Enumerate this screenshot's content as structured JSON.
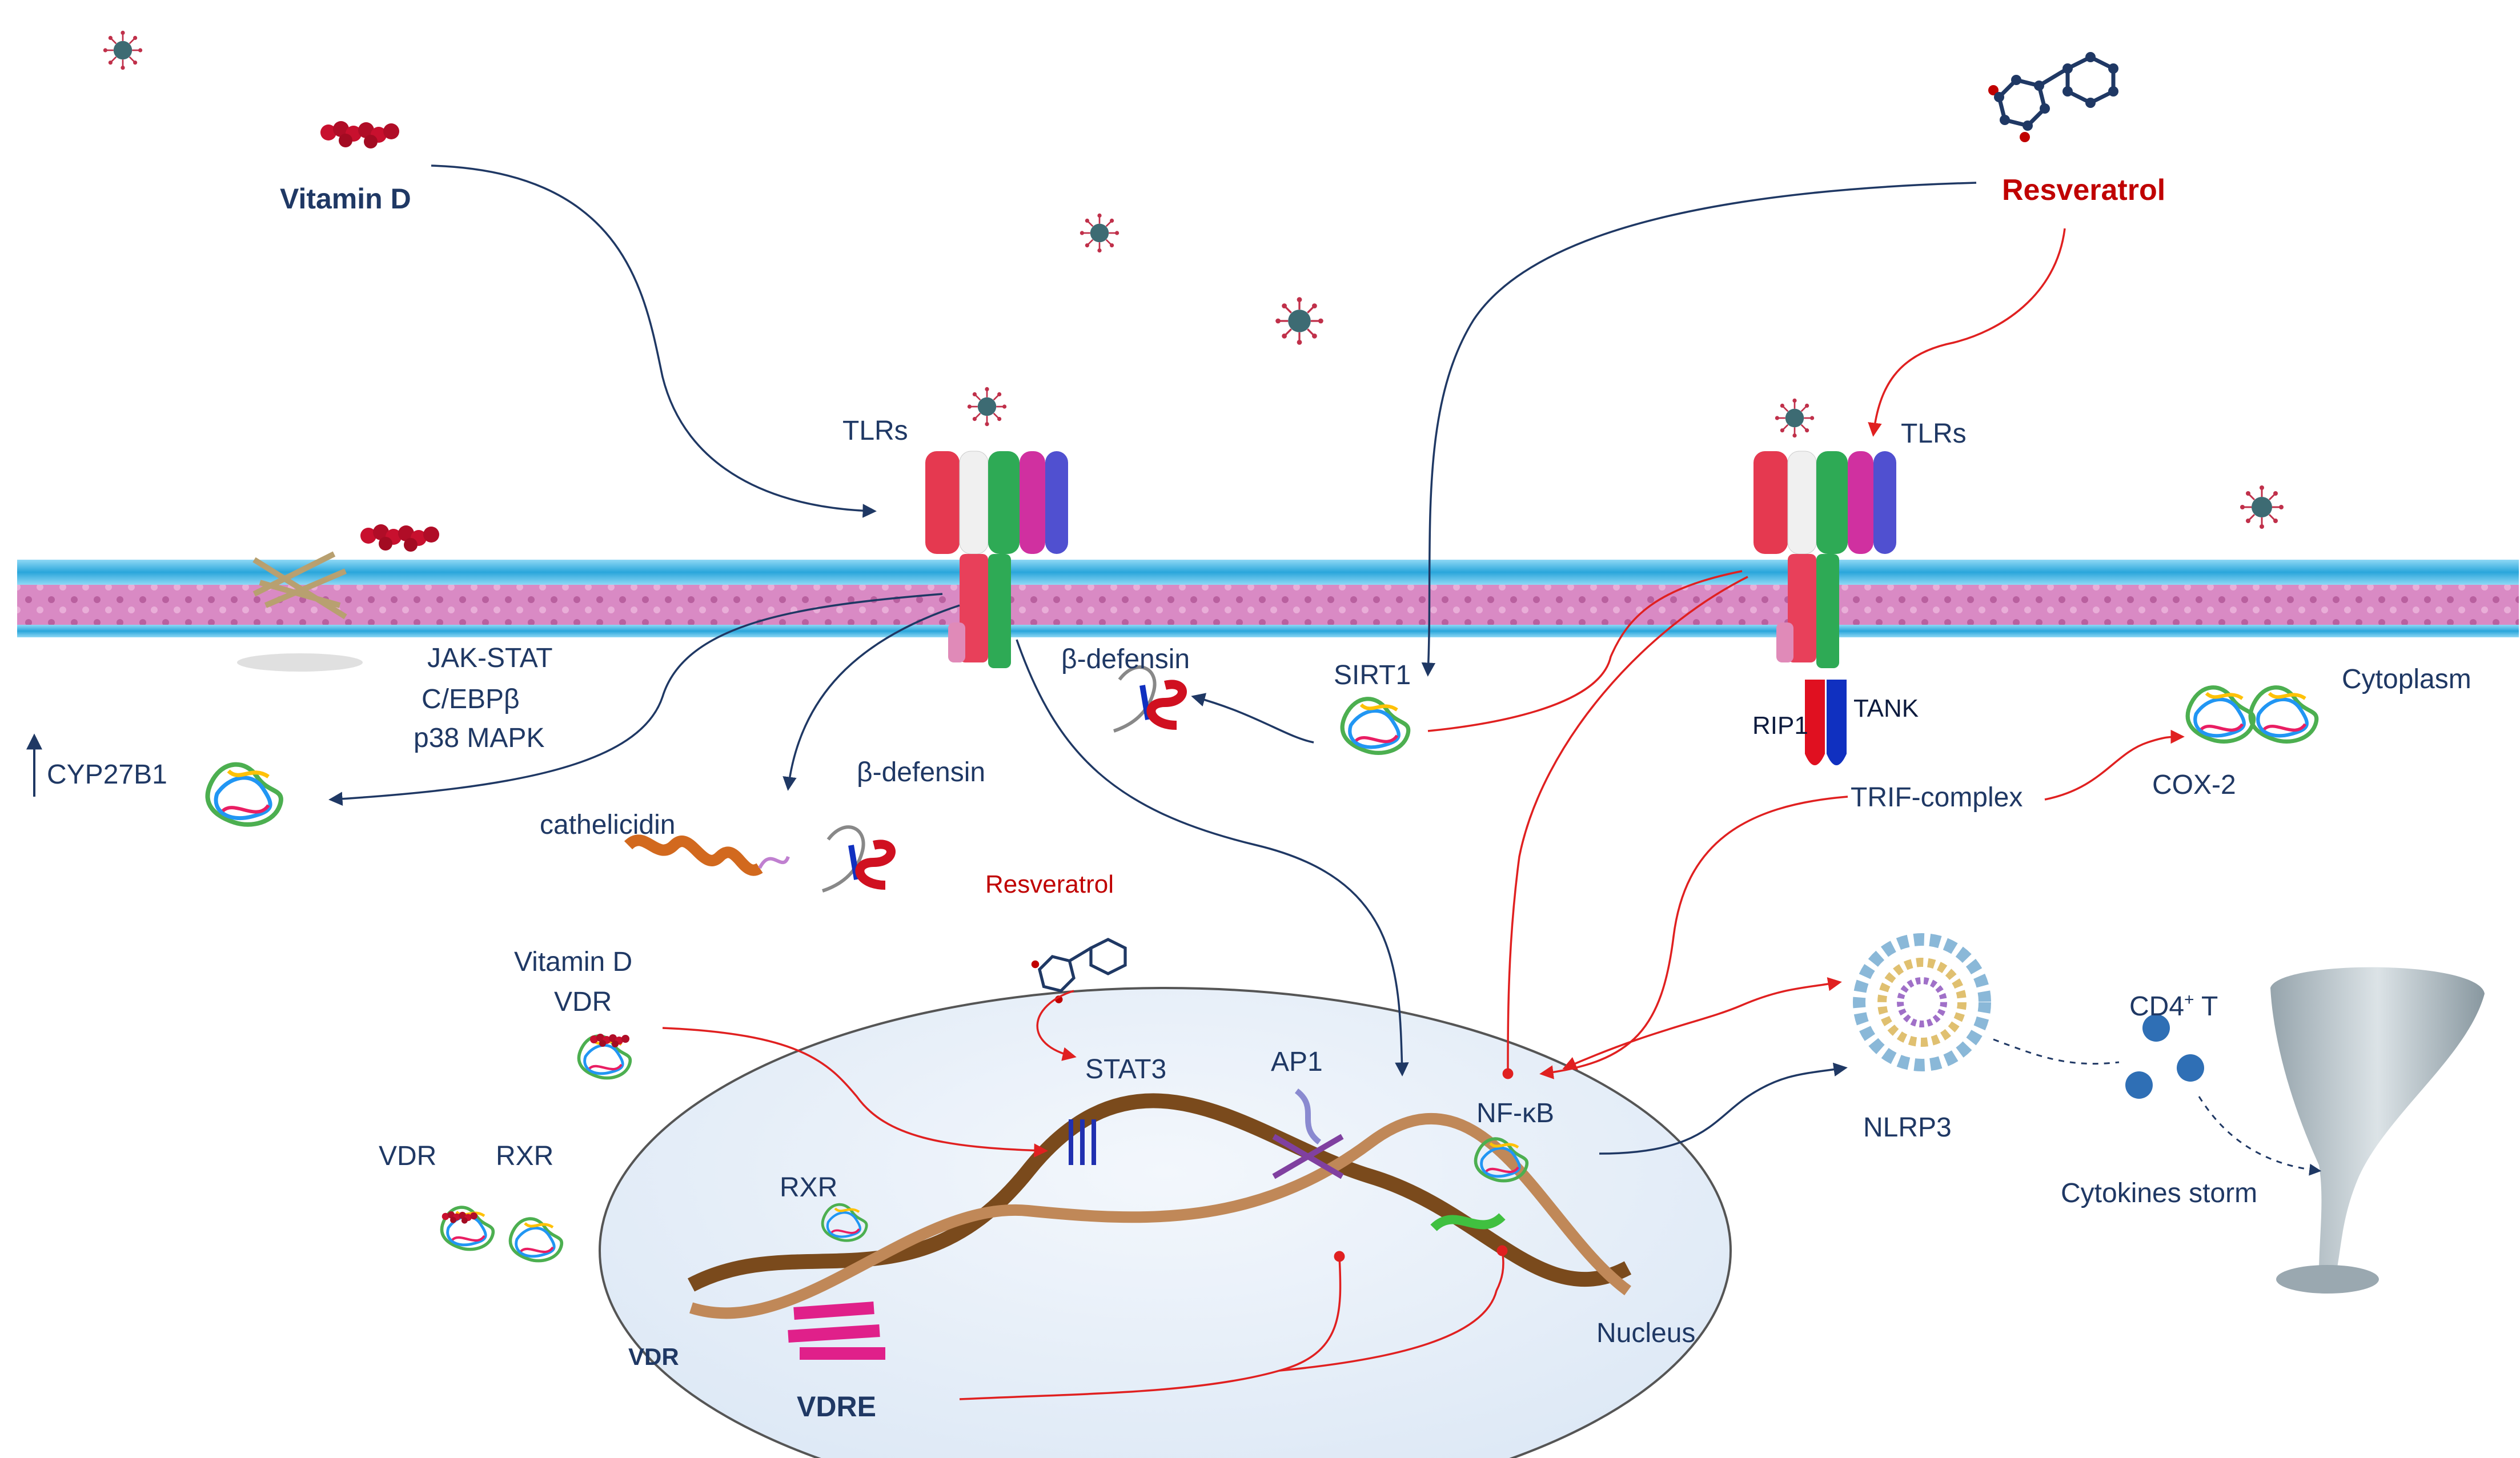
{
  "labels": {
    "vitamin_d_top": "Vitamin D",
    "resveratrol_top": "Resveratrol",
    "tlrs_left": "TLRs",
    "tlrs_right": "TLRs",
    "jak_stat": "JAK-STAT",
    "cebpb": "C/EBPβ",
    "p38": "p38 MAPK",
    "cyp27b1": "CYP27B1",
    "cathelicidin": "cathelicidin",
    "b_defensin_lower": "β-defensin",
    "b_defensin_upper": "β-defensin",
    "sirt1": "SIRT1",
    "rip1": "RIP1",
    "tank": "TANK",
    "cytoplasm": "Cytoplasm",
    "cox2": "COX-2",
    "trif_complex": "TRIF-complex",
    "resveratrol_mid": "Resveratrol",
    "vitamin_d_mid": "Vitamin D",
    "vdr_mid": "VDR",
    "vdr_left": "VDR",
    "rxr_left": "RXR",
    "stat3": "STAT3",
    "ap1": "AP1",
    "nfkb": "NF-κB",
    "rxr_nucleus": "RXR",
    "vdr_nucleus": "VDR",
    "vdre": "VDRE",
    "nucleus": "Nucleus",
    "nlrp3": "NLRP3",
    "cd4_main": "CD4",
    "cd4_sup": "+",
    "cd4_t": " T",
    "cytokines_storm": "Cytokines storm"
  },
  "colors": {
    "arrow_blue": "#1f3864",
    "arrow_red": "#e02020",
    "membrane_blue": "#3fb8e8",
    "membrane_pink": "#d77ec0",
    "nucleus_fill": "#e8f0fa",
    "nucleus_stroke": "#555555",
    "virus_body": "#3d6b73",
    "virus_spike": "#c0304a",
    "vitamin_d": "#c8102e"
  },
  "icons": {
    "virus": "virus-icon",
    "molecule": "molecule-icon",
    "protein": "protein-structure-icon",
    "tornado": "tornado-icon",
    "dna": "dna-helix-icon"
  }
}
